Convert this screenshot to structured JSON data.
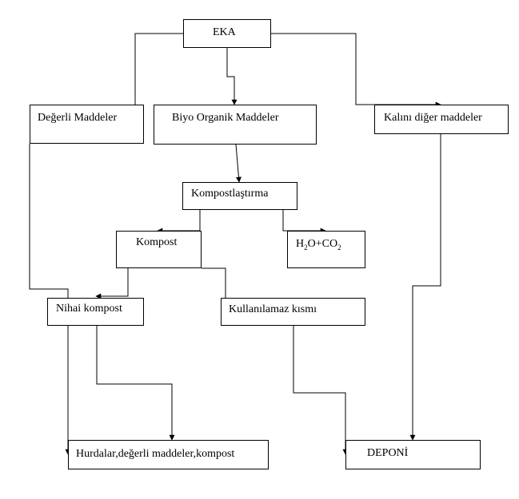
{
  "nodes": {
    "eka": "EKA",
    "degerli": "Değerli Maddeler",
    "biyo": "Biyo Organik  Maddeler",
    "kalini": "Kalını  diğer maddeler",
    "kompostlastirma": "Kompostlaştırma",
    "kompost": "Kompost",
    "h2o_co2": {
      "h": "H",
      "sub1": "2",
      "mid": "O+CO",
      "sub2": "2"
    },
    "nihai": "Nihai kompost",
    "kullanilamaz": "Kullanılamaz kısmı",
    "hurdalar": "Hurdalar,değerli maddeler,kompost",
    "deponi": "DEPONİ"
  }
}
